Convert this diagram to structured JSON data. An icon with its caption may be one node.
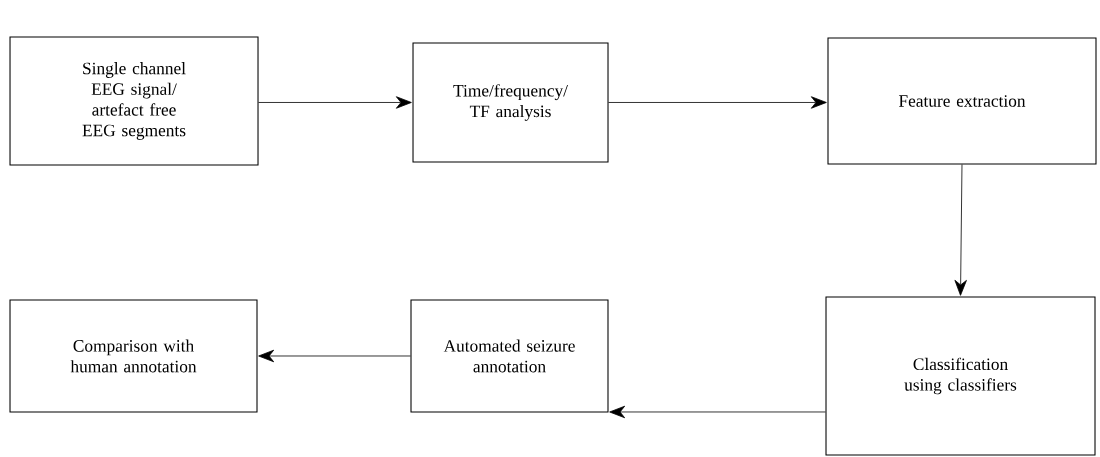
{
  "diagram": {
    "nodes": [
      {
        "text": [
          "Single channel EEG signal/ artefact free EEG segments"
        ]
      },
      {
        "text": [
          "Time/frequency/ TF analysis"
        ]
      },
      {
        "text": [
          "Feature extraction"
        ]
      },
      {
        "text": [
          "Classification using classifiers"
        ]
      },
      {
        "text": [
          "Automated seizure annotation"
        ]
      },
      {
        "text": [
          "Comparison with human annotation"
        ]
      }
    ],
    "edges": [
      {
        "from": 0,
        "to": 1,
        "arrow": "to"
      },
      {
        "from": 1,
        "to": 2,
        "arrow": "to"
      },
      {
        "from": 2,
        "to": 3,
        "arrow": "to"
      },
      {
        "from": 3,
        "to": 4,
        "arrow": "to"
      },
      {
        "from": 4,
        "to": 5,
        "arrow": "to"
      }
    ]
  }
}
